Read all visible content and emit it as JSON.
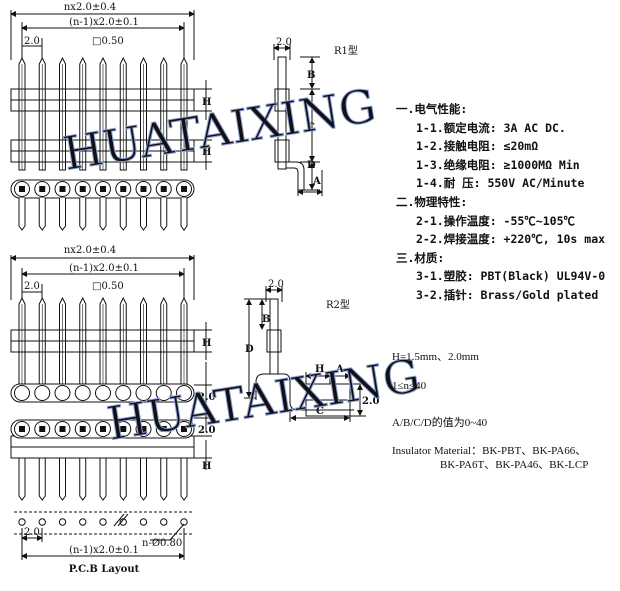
{
  "top_view": {
    "dim_total": "nx2.0±0.4",
    "dim_span": "(n-1)x2.0±0.1",
    "pitch": "2.0",
    "pin_square": "□0.50",
    "dim_h1": "H",
    "dim_h2": "H"
  },
  "r1_view": {
    "label": "R1型",
    "pitch": "2.0",
    "dim_b": "B",
    "dim_c": "C",
    "dim_d": "D",
    "dim_a": "A"
  },
  "bottom_view": {
    "dim_total": "nx2.0±0.4",
    "dim_span": "(n-1)x2.0±0.1",
    "pitch": "2.0",
    "pin_square": "□0.50",
    "dim_h1": "H",
    "dim_2_0a": "2.0",
    "dim_2_0b": "2.0",
    "dim_h2": "H"
  },
  "r2_view": {
    "label": "R2型",
    "pitch": "2.0",
    "dim_b": "B",
    "dim_d": "D",
    "dim_h": "H",
    "dim_a": "A",
    "dim_2_0": "2.0",
    "dim_c": "C"
  },
  "pcb_layout": {
    "pitch": "2.0",
    "hole": "n-Ø0.80",
    "dim_span": "(n-1)x2.0±0.1",
    "title": "P.C.B Layout"
  },
  "specs": {
    "s1_title": "一.电气性能:",
    "s1_1": "1-1.额定电流: 3A AC DC.",
    "s1_2": "1-2.接触电阻: ≤20mΩ",
    "s1_3": "1-3.绝缘电阻: ≥1000MΩ Min",
    "s1_4": "1-4.耐    压: 550V AC/Minute",
    "s2_title": "二.物理特性:",
    "s2_1": "2-1.操作温度: -55℃~105℃",
    "s2_2": "2-2.焊接温度: +220℃, 10s max",
    "s3_title": "三.材质:",
    "s3_1": "3-1.塑胶: PBT(Black) UL94V-0",
    "s3_2": "3-2.插针: Brass/Gold plated"
  },
  "notes": {
    "h_values": "H=1.5mm、2.0mm",
    "n_range": "1≤n≤40",
    "abcd": "A/B/C/D的值为0~40",
    "insulator_1": "Insulator Material：BK-PBT、BK-PA66、",
    "insulator_2": "BK-PA6T、BK-PA46、BK-LCP"
  },
  "watermark": "HUATAIXING",
  "colors": {
    "ink": "#111111",
    "watermark": "#8ea2d8",
    "pin_fill": "#ffffff"
  }
}
